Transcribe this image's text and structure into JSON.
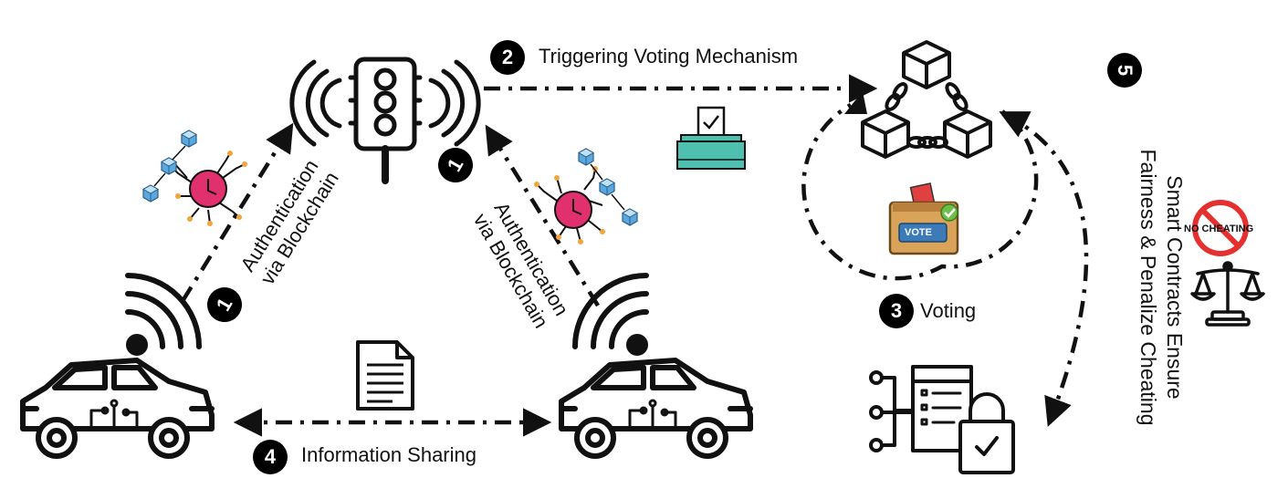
{
  "steps": {
    "s1_left": {
      "num": "1",
      "line1": "Authentication",
      "line2": "via Blockchain"
    },
    "s1_right": {
      "num": "1",
      "line1": "Authentication",
      "line2": "via Blockchain"
    },
    "s2": {
      "num": "2",
      "label": "Triggering Voting Mechanism"
    },
    "s3": {
      "num": "3",
      "label": "Voting"
    },
    "s4": {
      "num": "4",
      "label": "Information Sharing"
    },
    "s5": {
      "num": "5",
      "line1": "Smart Contracts Ensure",
      "line2": "Fairness & Penalize Cheating"
    }
  },
  "icons": {
    "vote_box_text": "VOTE",
    "no_cheating_text": "NO CHEATING"
  },
  "colors": {
    "ink": "#111111",
    "ballot_teal": "#4fc0b0",
    "chip_pink": "#e0306e",
    "cube_blue": "#5aa8e0",
    "vote_box": "#d9a35a",
    "check_green": "#6cc04a",
    "no_sign_red": "#e53030"
  }
}
